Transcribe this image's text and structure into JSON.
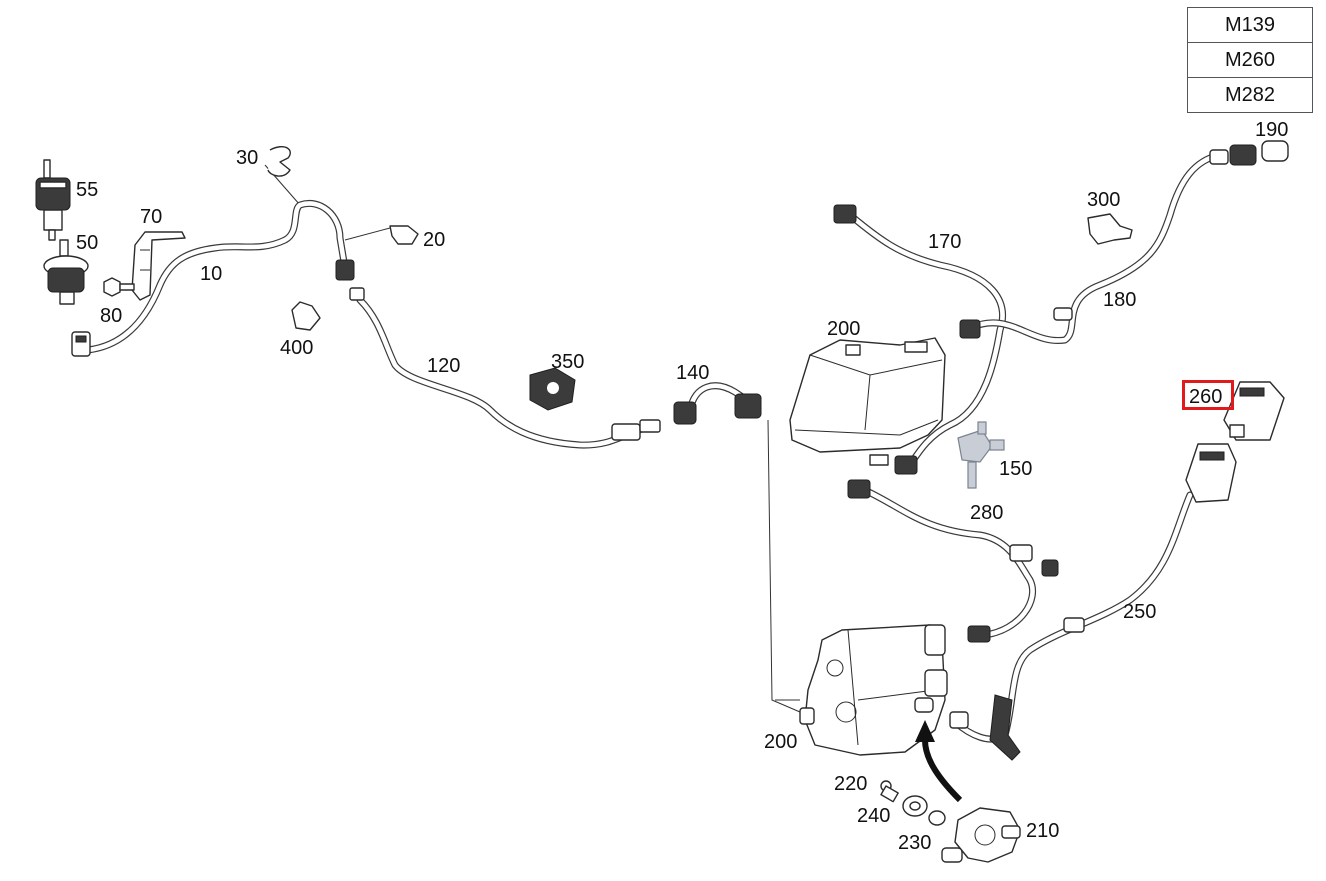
{
  "variants": [
    "M139",
    "M260",
    "M282"
  ],
  "highlighted_callout": "260",
  "highlight_color": "#e11b1b",
  "callouts": {
    "c10": "10",
    "c20": "20",
    "c30": "30",
    "c50": "50",
    "c55": "55",
    "c70": "70",
    "c80": "80",
    "c120": "120",
    "c140": "140",
    "c150": "150",
    "c170": "170",
    "c180": "180",
    "c190": "190",
    "c200a": "200",
    "c200b": "200",
    "c210": "210",
    "c220": "220",
    "c230": "230",
    "c240": "240",
    "c250": "250",
    "c260": "260",
    "c280": "280",
    "c300": "300",
    "c350": "350",
    "c400": "400"
  }
}
